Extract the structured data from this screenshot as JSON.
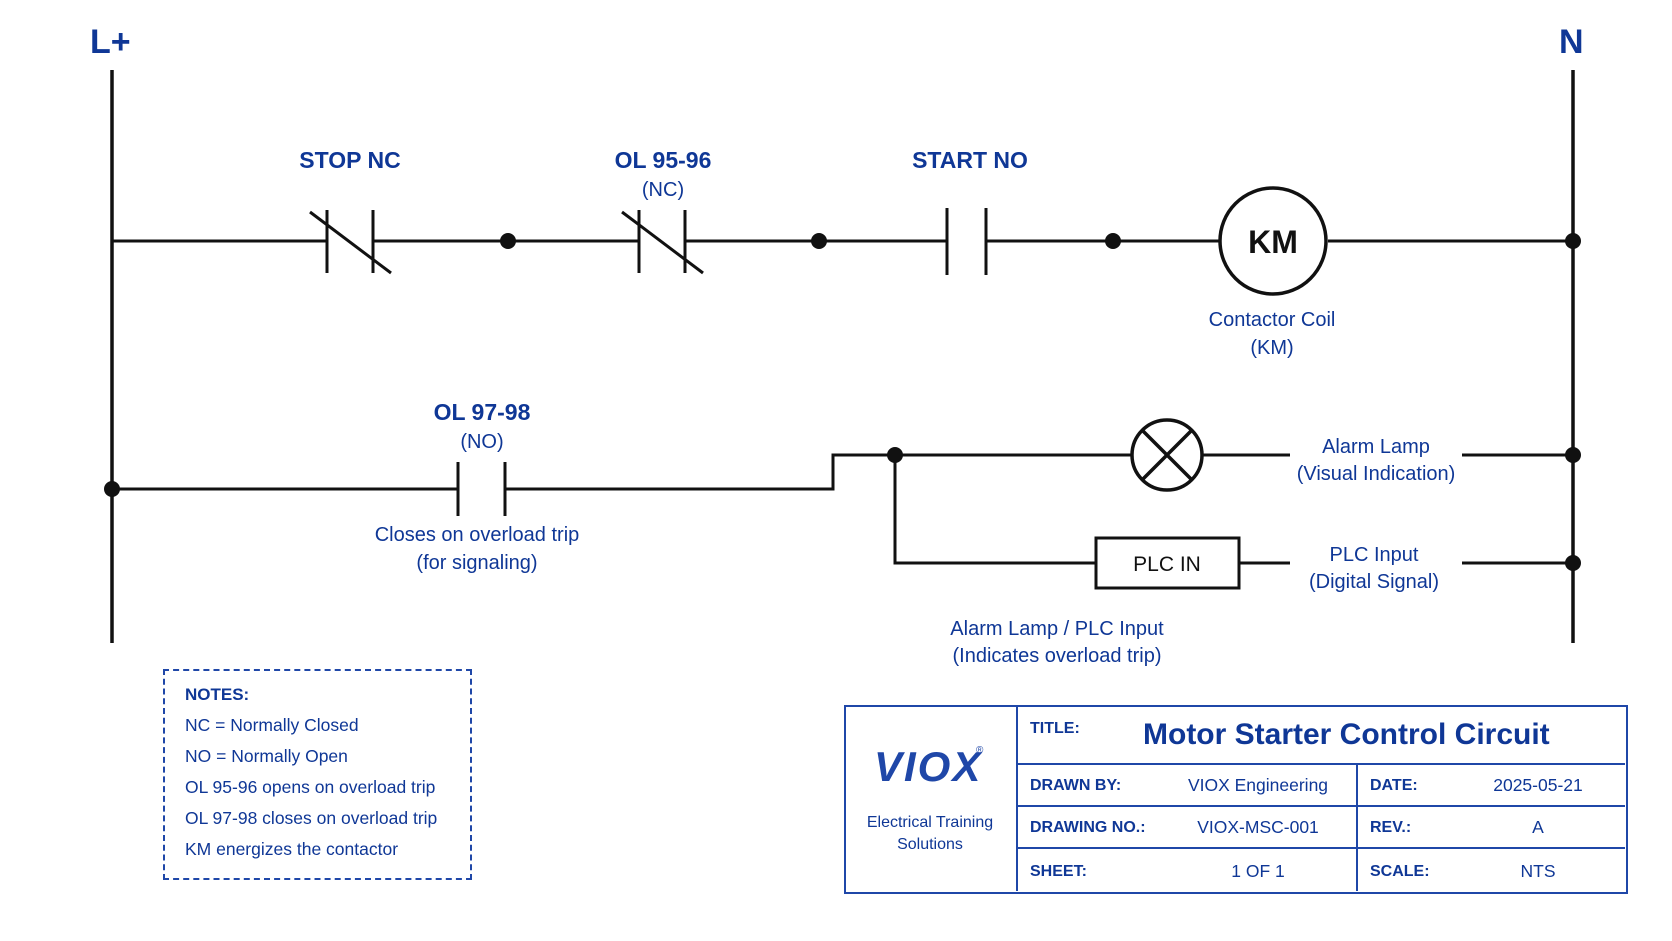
{
  "rails": {
    "left": "L+",
    "right": "N"
  },
  "rung1": {
    "stop_label": "STOP NC",
    "ol_nc_label": "OL 95-96",
    "ol_nc_sub": "(NC)",
    "start_label": "START NO",
    "coil_text": "KM",
    "coil_caption_1": "Contactor Coil",
    "coil_caption_2": "(KM)"
  },
  "rung2": {
    "ol_no_label": "OL 97-98",
    "ol_no_sub": "(NO)",
    "ol_no_caption_1": "Closes on overload trip",
    "ol_no_caption_2": "(for signaling)",
    "lamp_caption_1": "Alarm Lamp",
    "lamp_caption_2": "(Visual Indication)",
    "plc_box_text": "PLC IN",
    "plc_caption_1": "PLC Input",
    "plc_caption_2": "(Digital Signal)",
    "branch_caption_1": "Alarm Lamp / PLC Input",
    "branch_caption_2": "(Indicates overload trip)"
  },
  "notes": {
    "title": "NOTES:",
    "lines": [
      "NC =  Normally Closed",
      "NO =  Normally Open",
      "OL 95-96 opens on overload trip",
      "OL 97-98 closes on overload trip",
      "KM energizes the contactor"
    ]
  },
  "title_block": {
    "logo": "VIOX",
    "logo_reg": "®",
    "company_line_1": "Electrical Training",
    "company_line_2": "Solutions",
    "title_key": "TITLE:",
    "title_value": "Motor Starter Control Circuit",
    "drawn_by_key": "DRAWN BY:",
    "drawn_by_value": "VIOX Engineering",
    "date_key": "DATE:",
    "date_value": "2025-05-21",
    "drawing_no_key": "DRAWING NO.:",
    "drawing_no_value": "VIOX-MSC-001",
    "rev_key": "REV.:",
    "rev_value": "A",
    "sheet_key": "SHEET:",
    "sheet_value": "1 OF 1",
    "scale_key": "SCALE:",
    "scale_value": "NTS"
  },
  "colors": {
    "text": "#0f3796",
    "border": "#1f47a8",
    "wire": "#111111"
  }
}
